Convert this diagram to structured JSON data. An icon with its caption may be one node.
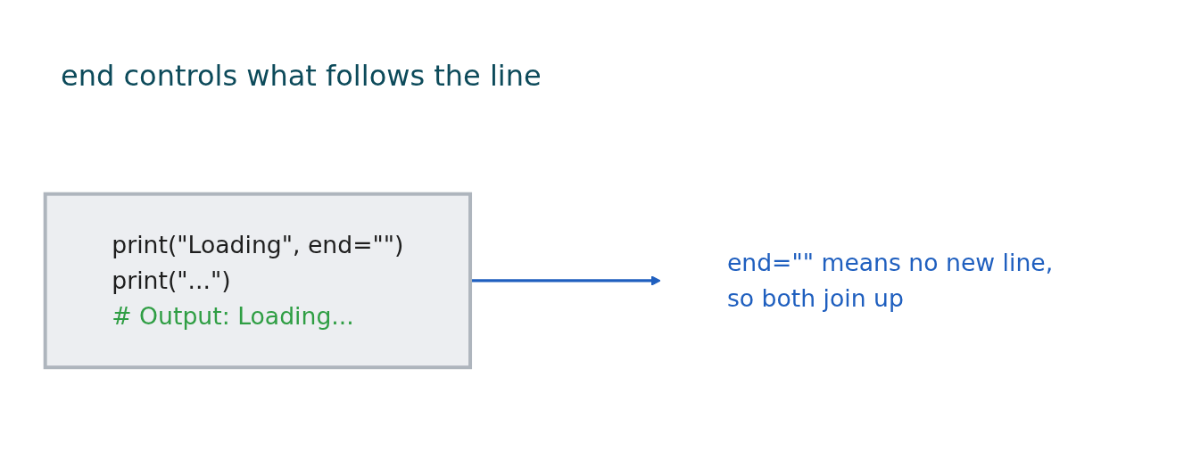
{
  "diagram": {
    "title": "end controls what follows the line",
    "nodes": [
      {
        "text": [
          "print(\"Loading\", end=\"\")",
          "print(\"...\")",
          "# Output: Loading..."
        ]
      },
      {
        "text": [
          "end=\"\" means no new line, so both join up"
        ]
      }
    ],
    "edges": [
      {
        "from": 0,
        "to": 1,
        "arrow": "to"
      }
    ]
  }
}
